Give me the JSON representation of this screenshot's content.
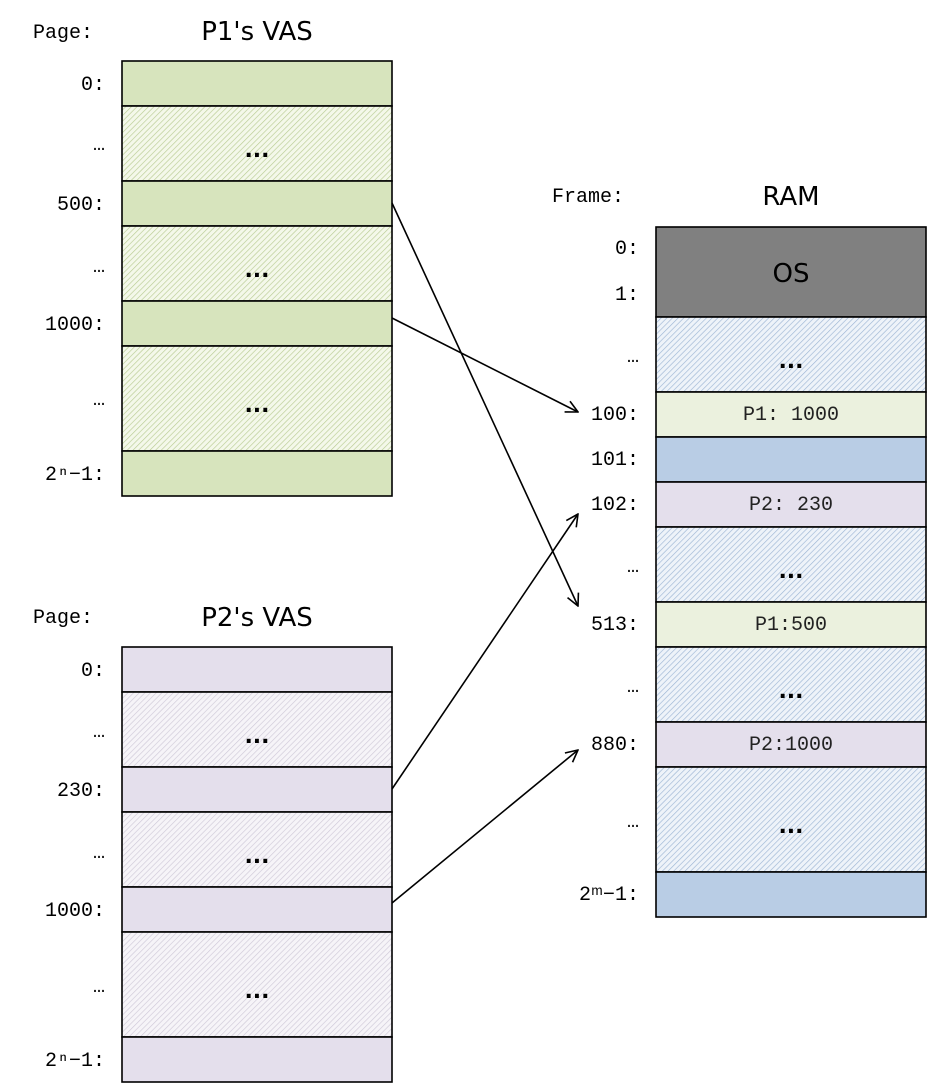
{
  "colors": {
    "p1_fill": "#d7e4bd",
    "p2_fill": "#e4dfec",
    "ram_free": "#b9cde5",
    "ram_p1": "#ebf1de",
    "ram_p2": "#e4dfec",
    "os": "#808080"
  },
  "p1_vas": {
    "axis_label": "Page:",
    "title": "P1's VAS",
    "labels": [
      "0:",
      "…",
      "500:",
      "…",
      "1000:",
      "…",
      "2ⁿ−1:"
    ],
    "cells": [
      "",
      "...",
      "",
      "...",
      "",
      "...",
      ""
    ]
  },
  "p2_vas": {
    "axis_label": "Page:",
    "title": "P2's VAS",
    "labels": [
      "0:",
      "…",
      "230:",
      "…",
      "1000:",
      "…",
      "2ⁿ−1:"
    ],
    "cells": [
      "",
      "...",
      "",
      "...",
      "",
      "...",
      ""
    ]
  },
  "ram": {
    "axis_label": "Frame:",
    "title": "RAM",
    "os_labels": [
      "0:",
      "1:"
    ],
    "os_text": "OS",
    "labels": [
      "…",
      "100:",
      "101:",
      "102:",
      "…",
      "513:",
      "…",
      "880:",
      "…",
      "2ᵐ−1:"
    ],
    "cells": [
      "...",
      "P1: 1000",
      "",
      "P2: 230",
      "...",
      "P1:500",
      "...",
      "P2:1000",
      "...",
      ""
    ]
  },
  "mappings": [
    {
      "from": "P1 page 500",
      "to": "frame 513"
    },
    {
      "from": "P1 page 1000",
      "to": "frame 100"
    },
    {
      "from": "P2 page 230",
      "to": "frame 102"
    },
    {
      "from": "P2 page 1000",
      "to": "frame 880"
    }
  ]
}
